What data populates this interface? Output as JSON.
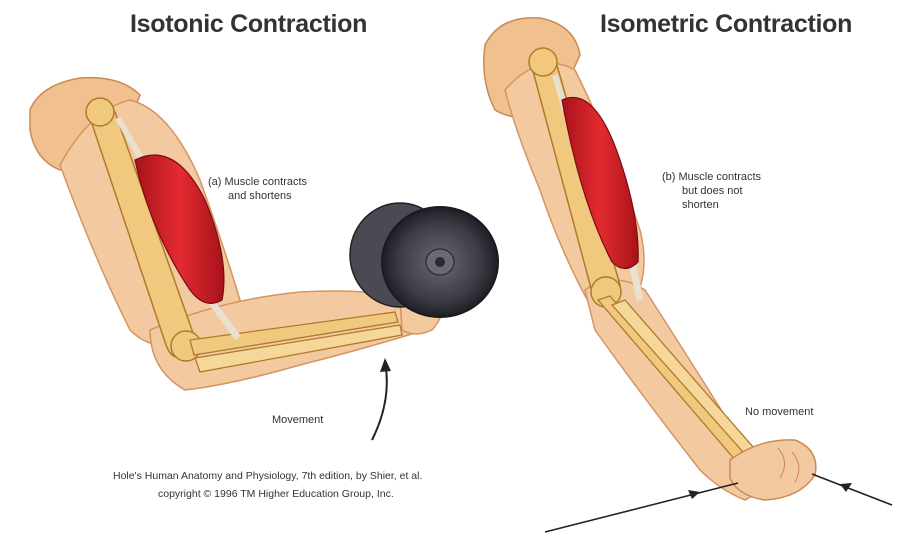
{
  "titles": {
    "left": "Isotonic Contraction",
    "right": "Isometric Contraction"
  },
  "labels": {
    "a_line1": "(a) Muscle contracts",
    "a_line2": "and shortens",
    "b_line1": "(b) Muscle contracts",
    "b_line2": "but does not",
    "b_line3": "shorten",
    "movement": "Movement",
    "no_movement": "No movement"
  },
  "credits": {
    "line1": "Hole's Human Anatomy and Physiology, 7th edition, by Shier, et al.",
    "line2": "copyright © 1996 TM Higher Education Group, Inc."
  },
  "colors": {
    "skin": "#f3c9a0",
    "skin_shadow": "#e09a63",
    "muscle": "#d8232a",
    "bone": "#f0c97e",
    "bone_outline": "#b07a2a",
    "weight": "#3a3a44"
  }
}
